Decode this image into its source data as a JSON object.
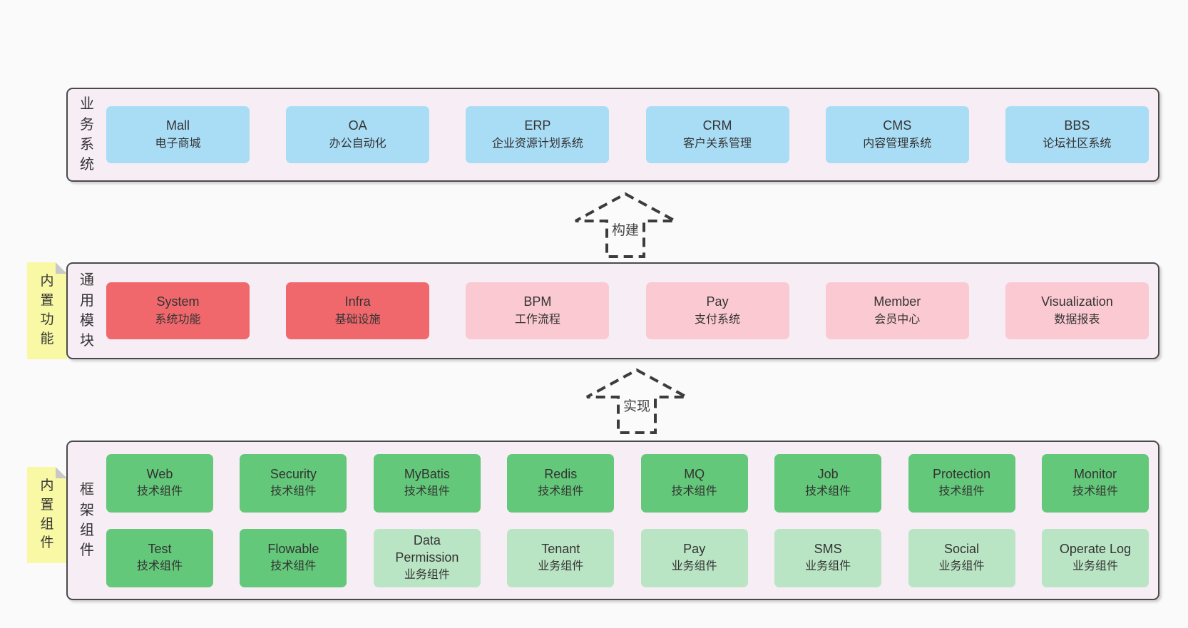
{
  "colors": {
    "page_bg": "#fafafa",
    "panel_bg": "#f7edf5",
    "panel_border": "#4a4a4a",
    "blue": "#a9dcf5",
    "red": "#f0686c",
    "pink": "#fbc9d1",
    "green": "#63c879",
    "lightgreen": "#bae5c4",
    "note_yellow": "#f9f8a5",
    "note_fold": "#c8c8c8",
    "text": "#333333",
    "arrow": "#3c3c3c"
  },
  "arrows": [
    {
      "label": "构建"
    },
    {
      "label": "实现"
    }
  ],
  "sections": [
    {
      "label": "业务系统",
      "boxes": [
        {
          "en": "Mall",
          "zh": "电子商城"
        },
        {
          "en": "OA",
          "zh": "办公自动化"
        },
        {
          "en": "ERP",
          "zh": "企业资源计划系统"
        },
        {
          "en": "CRM",
          "zh": "客户关系管理"
        },
        {
          "en": "CMS",
          "zh": "内容管理系统"
        },
        {
          "en": "BBS",
          "zh": "论坛社区系统"
        }
      ]
    },
    {
      "label": "通用模块",
      "note": "内置功能",
      "boxes": [
        {
          "en": "System",
          "zh": "系统功能"
        },
        {
          "en": "Infra",
          "zh": "基础设施"
        },
        {
          "en": "BPM",
          "zh": "工作流程"
        },
        {
          "en": "Pay",
          "zh": "支付系统"
        },
        {
          "en": "Member",
          "zh": "会员中心"
        },
        {
          "en": "Visualization",
          "zh": "数据报表"
        }
      ]
    },
    {
      "label": "框架组件",
      "note": "内置组件",
      "rows": [
        [
          {
            "en": "Web",
            "zh": "技术组件"
          },
          {
            "en": "Security",
            "zh": "技术组件"
          },
          {
            "en": "MyBatis",
            "zh": "技术组件"
          },
          {
            "en": "Redis",
            "zh": "技术组件"
          },
          {
            "en": "MQ",
            "zh": "技术组件"
          },
          {
            "en": "Job",
            "zh": "技术组件"
          },
          {
            "en": "Protection",
            "zh": "技术组件"
          },
          {
            "en": "Monitor",
            "zh": "技术组件"
          }
        ],
        [
          {
            "en": "Test",
            "zh": "技术组件"
          },
          {
            "en": "Flowable",
            "zh": "技术组件"
          },
          {
            "en": "Data Permission",
            "zh": "业务组件"
          },
          {
            "en": "Tenant",
            "zh": "业务组件"
          },
          {
            "en": "Pay",
            "zh": "业务组件"
          },
          {
            "en": "SMS",
            "zh": "业务组件"
          },
          {
            "en": "Social",
            "zh": "业务组件"
          },
          {
            "en": "Operate Log",
            "zh": "业务组件"
          }
        ]
      ]
    }
  ]
}
